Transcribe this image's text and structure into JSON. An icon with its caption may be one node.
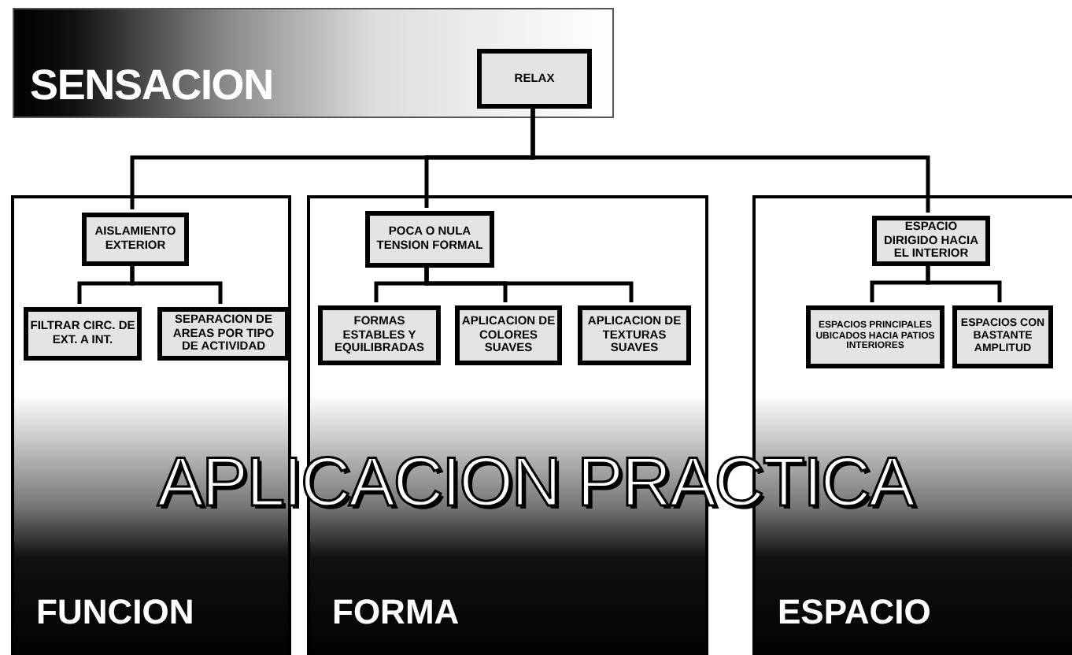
{
  "diagram": {
    "nodes": [
      {
        "text": [
          "SENSACION"
        ]
      },
      {
        "text": [
          "RELAX"
        ],
        "in": 0
      },
      {
        "text": [
          "FUNCION"
        ]
      },
      {
        "text": [
          "AISLAMIENTO EXTERIOR"
        ],
        "in": 2
      },
      {
        "text": [
          "FILTRAR CIRC. DE EXT. A INT."
        ],
        "in": 2
      },
      {
        "text": [
          "SEPARACION DE AREAS POR TIPO DE ACTIVIDAD"
        ],
        "in": 2
      },
      {
        "text": [
          "FORMA"
        ]
      },
      {
        "text": [
          "POCA O NULA TENSION FORMAL"
        ],
        "in": 6
      },
      {
        "text": [
          "FORMAS ESTABLES Y EQUILIBRADAS"
        ],
        "in": 6
      },
      {
        "text": [
          "APLICACION DE COLORES SUAVES"
        ],
        "in": 6
      },
      {
        "text": [
          "APLICACION DE TEXTURAS SUAVES"
        ],
        "in": 6
      },
      {
        "text": [
          "ESPACIO"
        ]
      },
      {
        "text": [
          "ESPACIO DIRIGIDO HACIA EL INTERIOR"
        ],
        "in": 11
      },
      {
        "text": [
          "ESPACIOS PRINCIPALES UBICADOS HACIA PATIOS INTERIORES"
        ],
        "in": 11
      },
      {
        "text": [
          "ESPACIOS CON BASTANTE AMPLITUD"
        ],
        "in": 11
      }
    ],
    "edges": [
      {
        "from": 1,
        "to": 3,
        "arrow": "none"
      },
      {
        "from": 1,
        "to": 7,
        "arrow": "none"
      },
      {
        "from": 1,
        "to": 12,
        "arrow": "none"
      },
      {
        "from": 3,
        "to": 4,
        "arrow": "none"
      },
      {
        "from": 3,
        "to": 5,
        "arrow": "none"
      },
      {
        "from": 7,
        "to": 8,
        "arrow": "none"
      },
      {
        "from": 7,
        "to": 9,
        "arrow": "none"
      },
      {
        "from": 7,
        "to": 10,
        "arrow": "none"
      },
      {
        "from": 12,
        "to": 13,
        "arrow": "none"
      },
      {
        "from": 12,
        "to": 14,
        "arrow": "none"
      }
    ],
    "labels": [
      "APLICACION PRACTICA"
    ]
  }
}
